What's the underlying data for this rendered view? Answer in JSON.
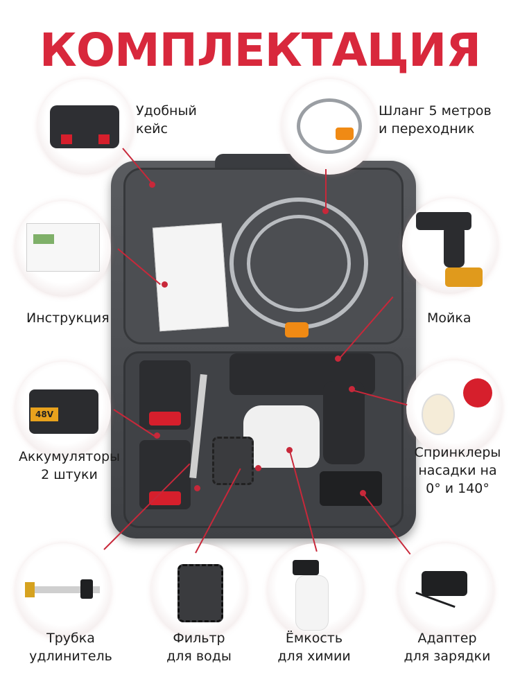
{
  "title": "КОМПЛЕКТАЦИЯ",
  "colors": {
    "accent": "#d8283c",
    "case": "#4c4e52",
    "battery_red": "#d61f2c",
    "nozzle_orange": "#f08a14"
  },
  "items": {
    "case": {
      "line1": "Удобный",
      "line2": "кейс"
    },
    "hose": {
      "line1": "Шланг 5 метров",
      "line2": "и переходник"
    },
    "manual": {
      "line1": "Инструкция"
    },
    "washer": {
      "line1": "Мойка"
    },
    "batteries": {
      "line1": "Аккумуляторы",
      "line2": "2 штуки"
    },
    "sprinklers": {
      "line1": "Спринклеры",
      "line2": "насадки на",
      "line3": "0° и 140°"
    },
    "extension": {
      "line1": "Трубка",
      "line2": "удлинитель"
    },
    "filter": {
      "line1": "Фильтр",
      "line2": "для воды"
    },
    "container": {
      "line1": "Ёмкость",
      "line2": "для химии"
    },
    "adapter": {
      "line1": "Адаптер",
      "line2": "для зарядки"
    }
  },
  "battery_marking": "48V"
}
